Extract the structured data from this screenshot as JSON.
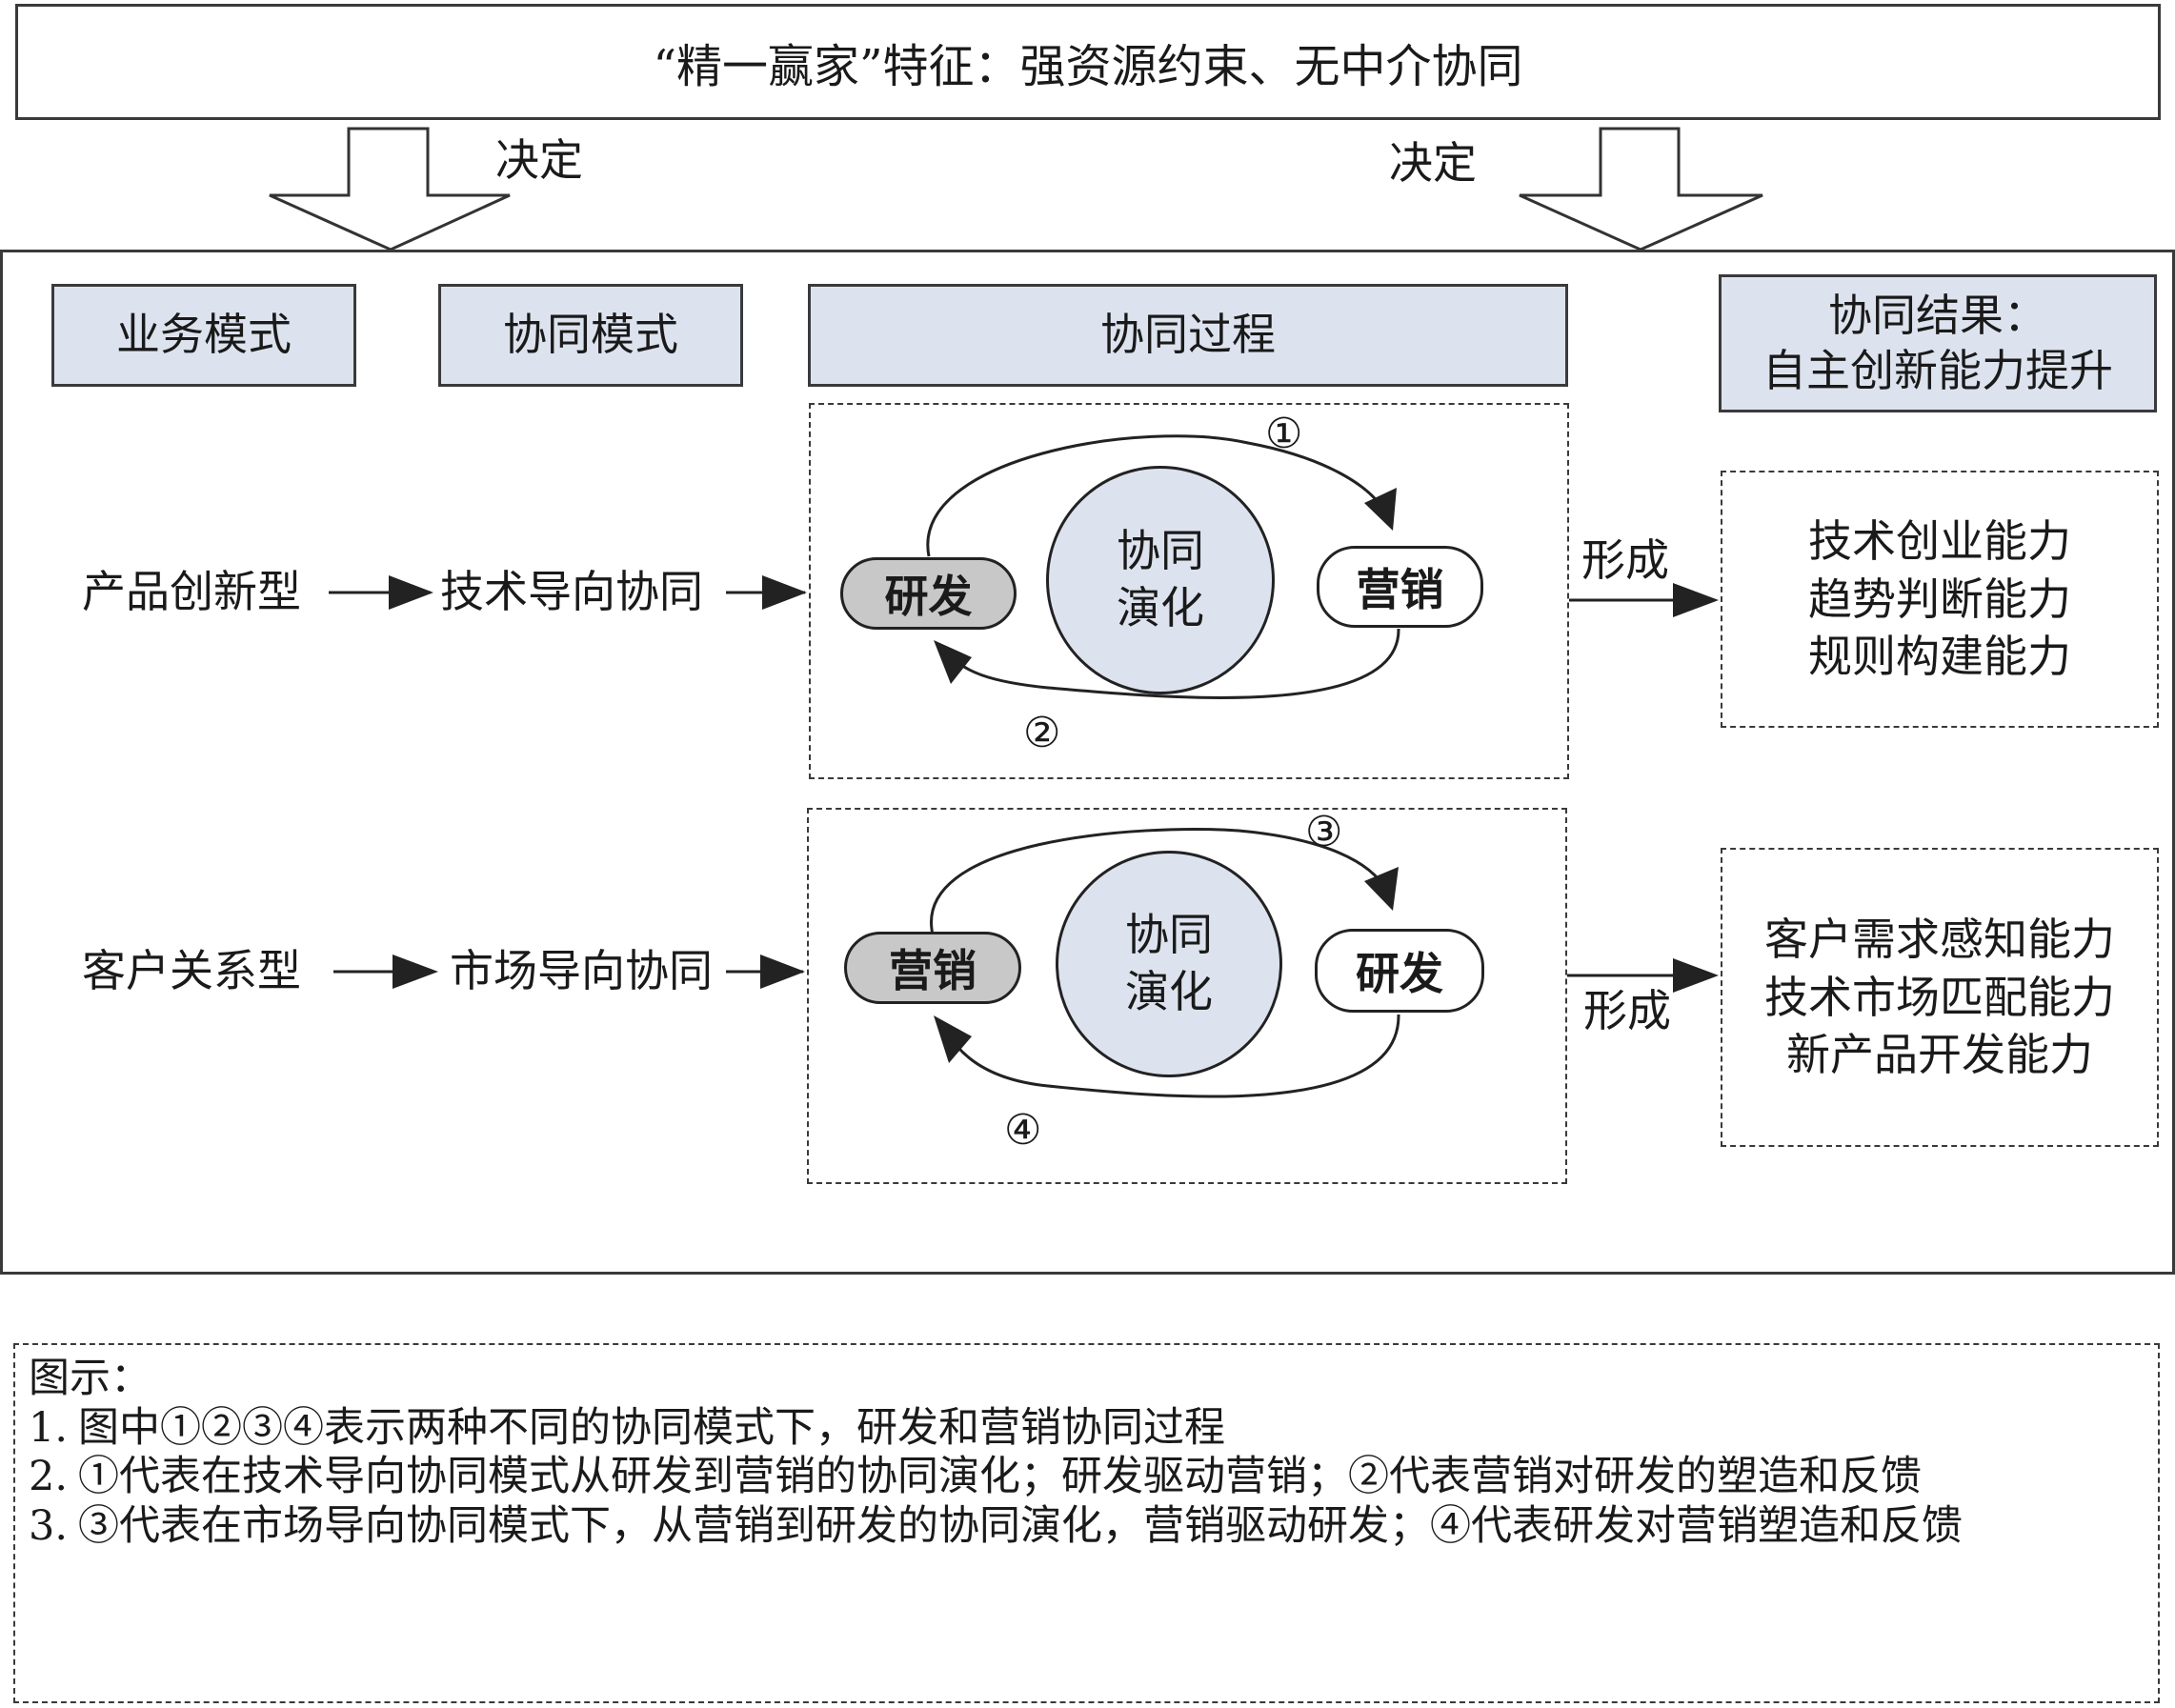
{
  "top_banner": {
    "text": "“精一赢家”特征：强资源约束、无中介协同"
  },
  "decide_labels": {
    "left": "决定",
    "right": "决定"
  },
  "headers": {
    "business_mode": "业务模式",
    "collab_mode": "协同模式",
    "collab_process": "协同过程",
    "collab_result_line1": "协同结果：",
    "collab_result_line2": "自主创新能力提升"
  },
  "row1": {
    "business": "产品创新型",
    "collab": "技术导向协同",
    "left_node": "研发",
    "right_node": "营销",
    "center_line1": "协同",
    "center_line2": "演化",
    "top_num": "①",
    "bottom_num": "②",
    "form_label": "形成",
    "capabilities": [
      "技术创业能力",
      "趋势判断能力",
      "规则构建能力"
    ]
  },
  "row2": {
    "business": "客户关系型",
    "collab": "市场导向协同",
    "left_node": "营销",
    "right_node": "研发",
    "center_line1": "协同",
    "center_line2": "演化",
    "top_num": "③",
    "bottom_num": "④",
    "form_label": "形成",
    "capabilities": [
      "客户需求感知能力",
      "技术市场匹配能力",
      "新产品开发能力"
    ]
  },
  "legend": {
    "title": "图示：",
    "items": [
      {
        "num": "1.",
        "text": "图中①②③④表示两种不同的协同模式下，研发和营销协同过程"
      },
      {
        "num": "2.",
        "text": "①代表在技术导向协同模式从研发到营销的协同演化；研发驱动营销；②代表营销对研发的塑造和反馈"
      },
      {
        "num": "3.",
        "text": "③代表在市场导向协同模式下，从营销到研发的协同演化，营销驱动研发；④代表研发对营销塑造和反馈"
      }
    ]
  },
  "colors": {
    "header_fill": "#dde3ee",
    "node_gray": "#c8c8c8",
    "line": "#222222"
  }
}
